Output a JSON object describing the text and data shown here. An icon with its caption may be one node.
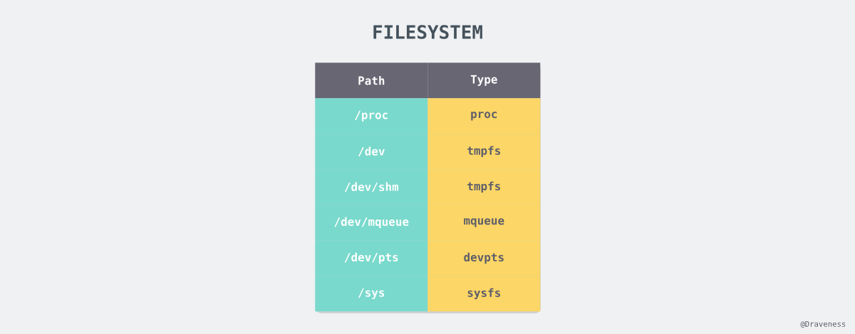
{
  "diagram": {
    "title": "FILESYSTEM",
    "labels": [
      "Path",
      "Type",
      "/proc",
      "proc",
      "/dev",
      "tmpfs",
      "/dev/shm",
      "tmpfs",
      "/dev/mqueue",
      "mqueue",
      "/dev/pts",
      "devpts",
      "/sys",
      "sysfs",
      "@Draveness"
    ]
  }
}
